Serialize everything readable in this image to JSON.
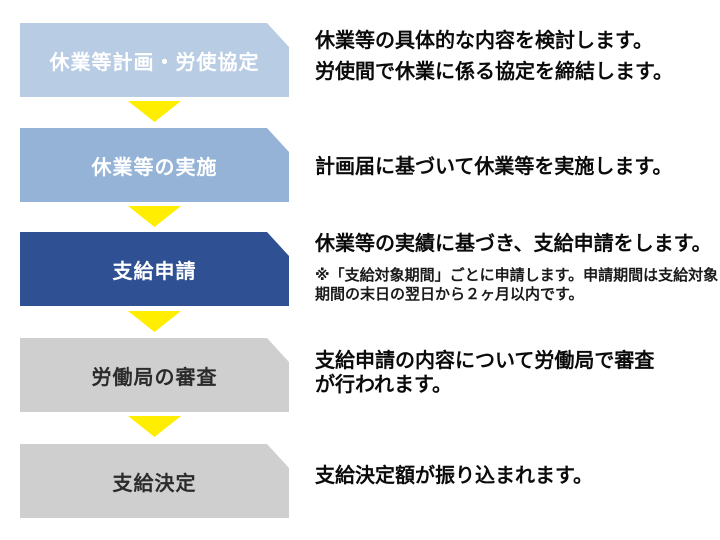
{
  "background": "#ffffff",
  "arrow_color": "#ffee00",
  "text_color": "#0b0b0b",
  "steps": [
    {
      "label": "休業等計画・労使協定",
      "box_color": "#b8cce4",
      "label_color": "#ffffff",
      "desc_lines": [
        "休業等の具体的な内容を検討します。",
        "労使間で休業に係る協定を締結します。"
      ]
    },
    {
      "label": "休業等の実施",
      "box_color": "#95b3d7",
      "label_color": "#ffffff",
      "desc_lines": [
        "計画届に基づいて休業等を実施します。"
      ]
    },
    {
      "label": "支給申請",
      "box_color": "#2f5193",
      "label_color": "#ffffff",
      "desc_lines": [
        "休業等の実績に基づき、支給申請をします。"
      ],
      "note_lines": [
        "※「支給対象期間」ごとに申請します。申請期間は支給対象",
        "期間の末日の翌日から２ヶ月以内です。"
      ]
    },
    {
      "label": "労働局の審査",
      "box_color": "#d0cfcf",
      "label_color": "#2b2b2b",
      "desc_lines": [
        "支給申請の内容について労働局で審査",
        "が行われます。"
      ]
    },
    {
      "label": "支給決定",
      "box_color": "#d0cfcf",
      "label_color": "#2b2b2b",
      "desc_lines": [
        "支給決定額が振り込まれます。"
      ]
    }
  ]
}
